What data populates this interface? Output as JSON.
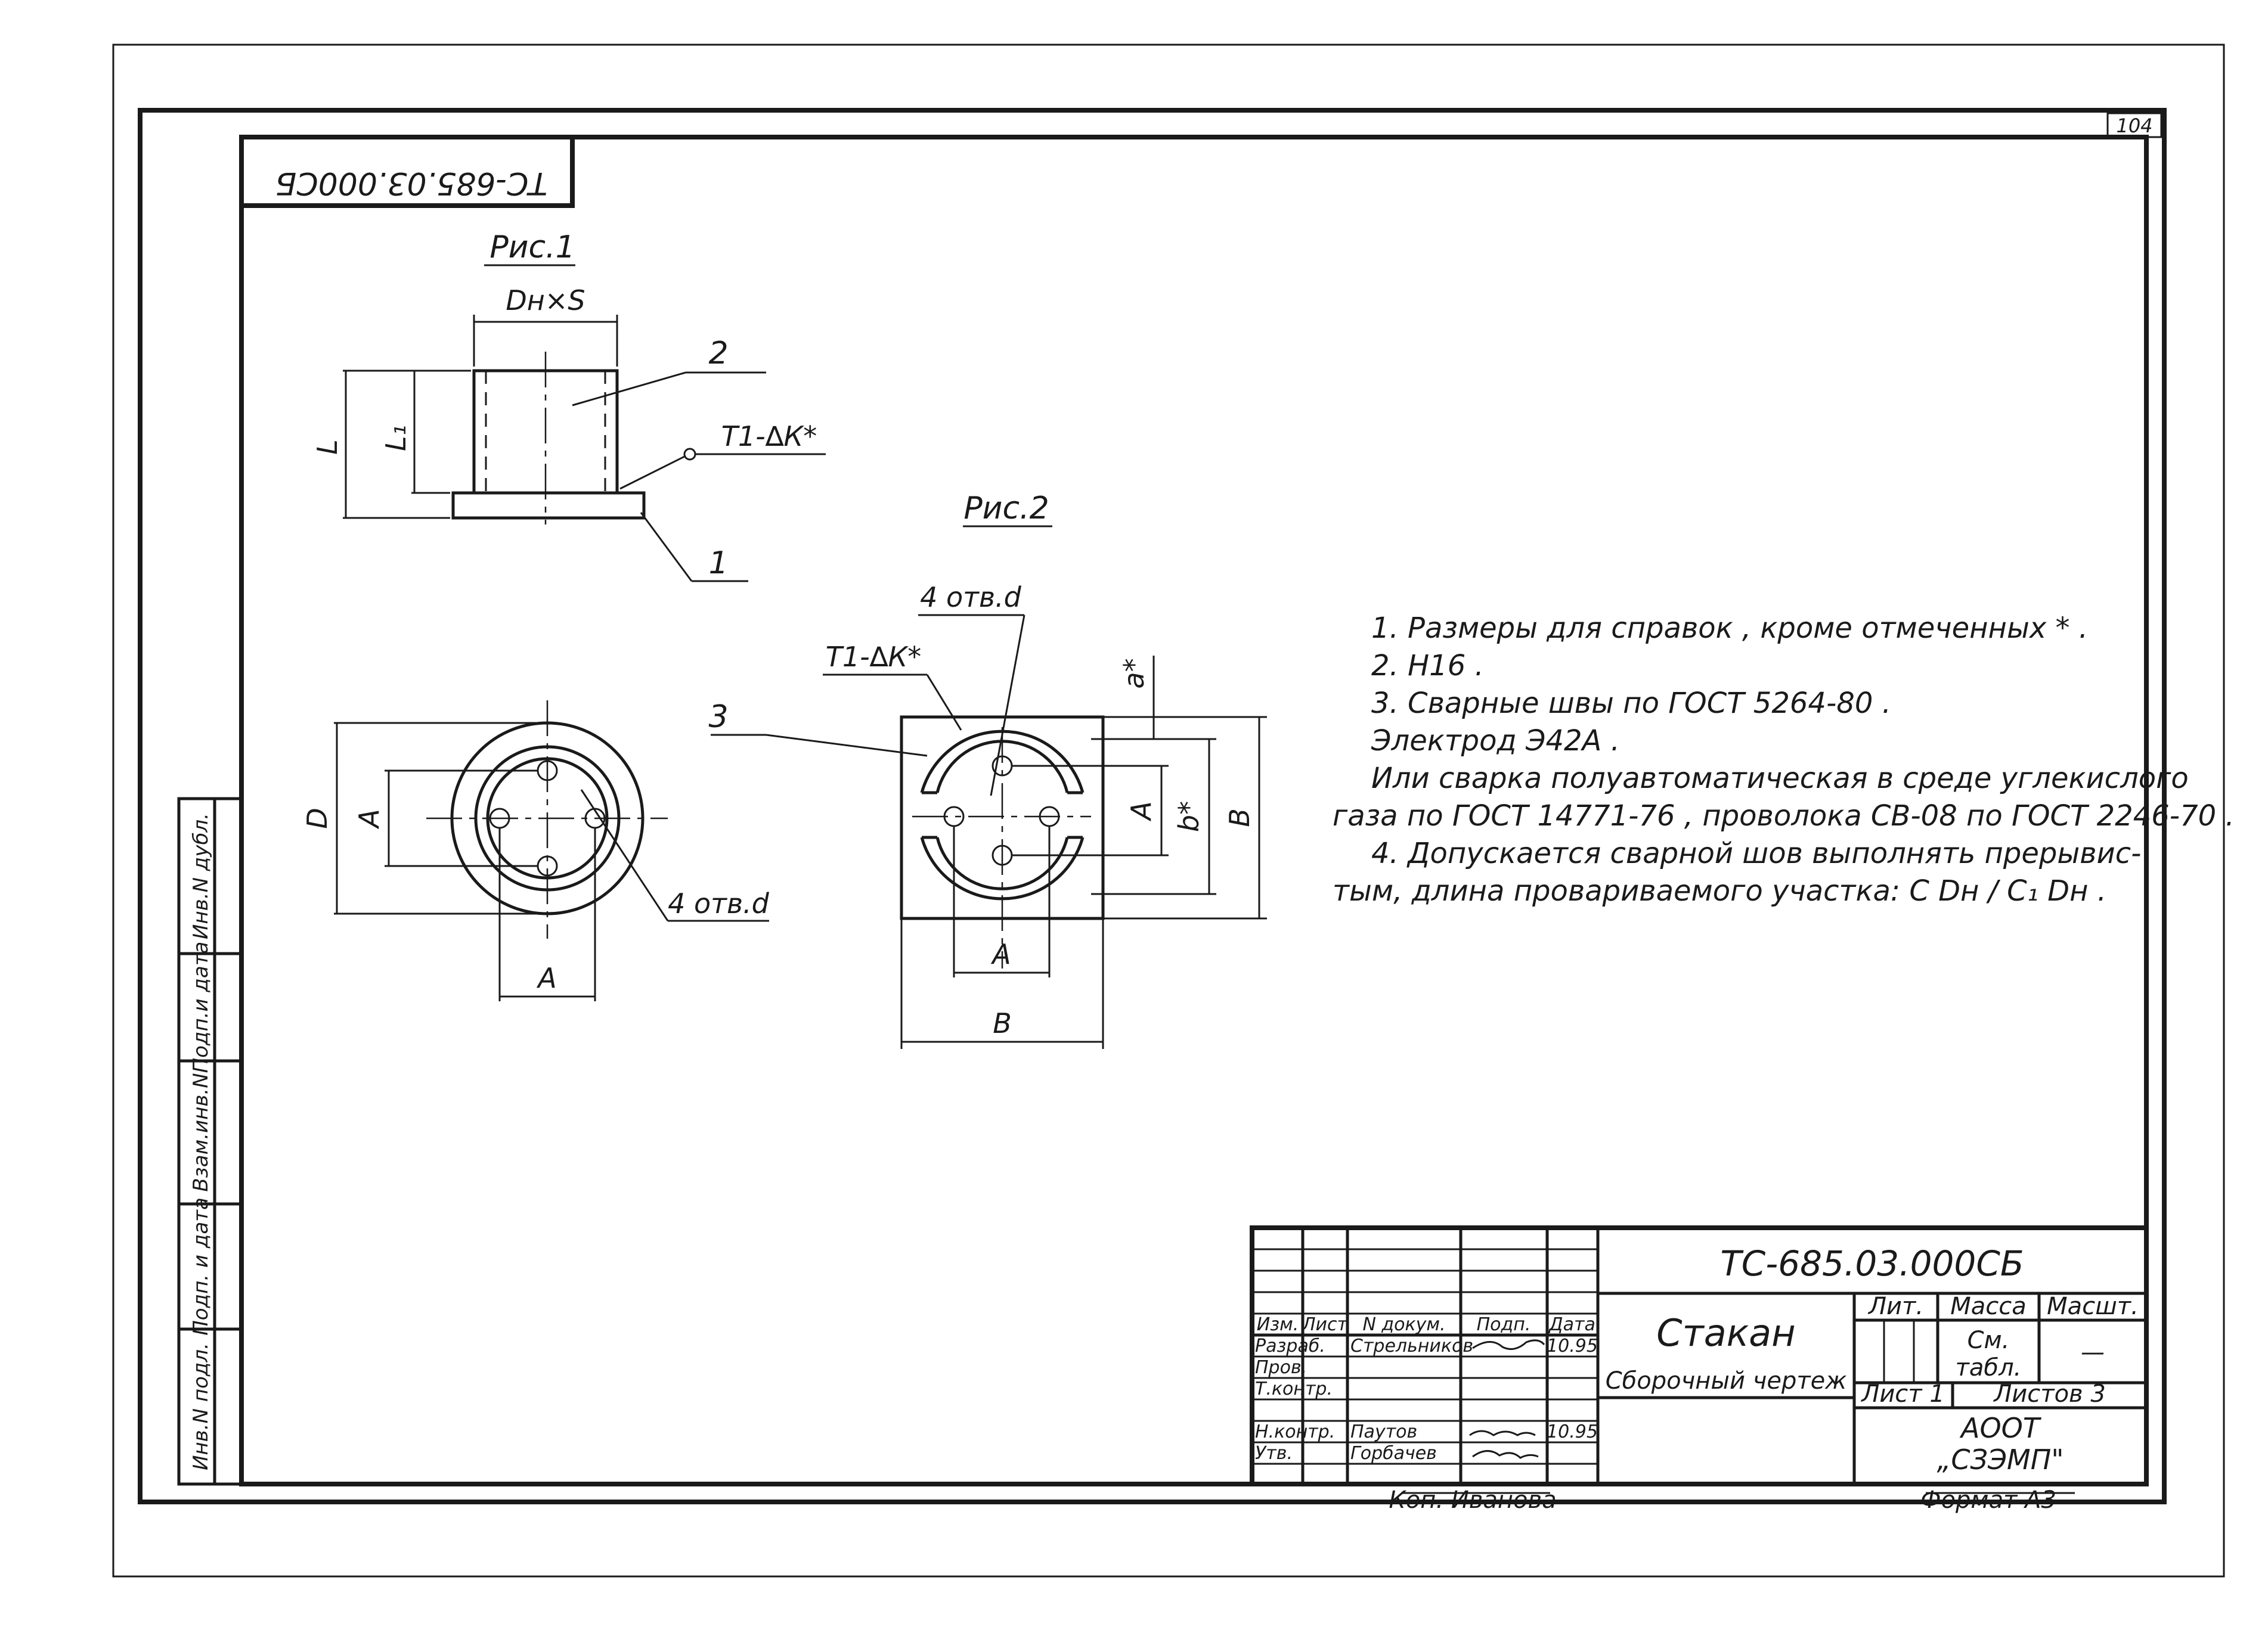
{
  "sheet": {
    "page_number": "104",
    "code_rotated": "ТС-685.03.000СБ",
    "copied_by": "Коп. Иванова",
    "format": "Формат А3"
  },
  "fig1": {
    "title": "Рис.1",
    "dim_top": "Dн×S",
    "dim_L": "L",
    "dim_L1": "L₁",
    "callout_2": "2",
    "callout_1": "1",
    "weld": "Т1-∆К*"
  },
  "fig2": {
    "title": "Рис.2",
    "holes_top": "4 отв.d",
    "weld": "Т1-∆К*",
    "callout_3": "3",
    "dim_a": "а*",
    "dim_b": "b*",
    "dim_B_side": "B",
    "dim_A_side": "A",
    "dim_A_bottom": "A",
    "dim_B_bottom": "B"
  },
  "fig_left": {
    "dim_D": "D",
    "dim_A_side": "A",
    "dim_A_bottom": "A",
    "holes": "4 отв.d"
  },
  "notes": {
    "n1": "1. Размеры для справок , кроме отмеченных * .",
    "n2": "2. Н16 .",
    "n3": "3. Сварные швы по ГОСТ 5264-80 .",
    "n3b": "Электрод Э42А .",
    "n3c": "Или сварка полуавтоматическая в среде углекислого",
    "n3d": "газа по ГОСТ 14771-76 , проволока СВ-08 по ГОСТ 2246-70 .",
    "n4": "4. Допускается сварной шов выполнять прерывис-",
    "n4b": "тым, длина провариваемого участка: С Dн / С₁ Dн ."
  },
  "sidebar": {
    "c1": "Инв.N подл.",
    "c2": "Подп. и дата",
    "c3": "Взам.инв.N",
    "c4": "Подп.и дата",
    "c5": "Инв.N дубл."
  },
  "title_block": {
    "code": "ТС-685.03.000СБ",
    "name": "Стакан",
    "subtitle": "Сборочный чертеж",
    "head_izm": "Изм.",
    "head_list": "Лист",
    "head_ndokum": "N докум.",
    "head_podp": "Подп.",
    "head_data": "Дата",
    "razrab_label": "Разраб.",
    "razrab_name": "Стрельников",
    "razrab_date": "10.95",
    "prov_label": "Пров.",
    "tkontr_label": "Т.контр.",
    "nkontr_label": "Н.контр.",
    "nkontr_name": "Паутов",
    "nkontr_date": "10.95",
    "utv_label": "Утв.",
    "utv_name": "Горбачев",
    "lit": "Лит.",
    "massa": "Масса",
    "masshtab": "Масшт.",
    "massa_val_1": "См.",
    "massa_val_2": "табл.",
    "masshtab_val": "—",
    "list_label": "Лист 1",
    "listov_label": "Листов 3",
    "org_1": "АООТ",
    "org_2": "„СЗЭМП\""
  }
}
